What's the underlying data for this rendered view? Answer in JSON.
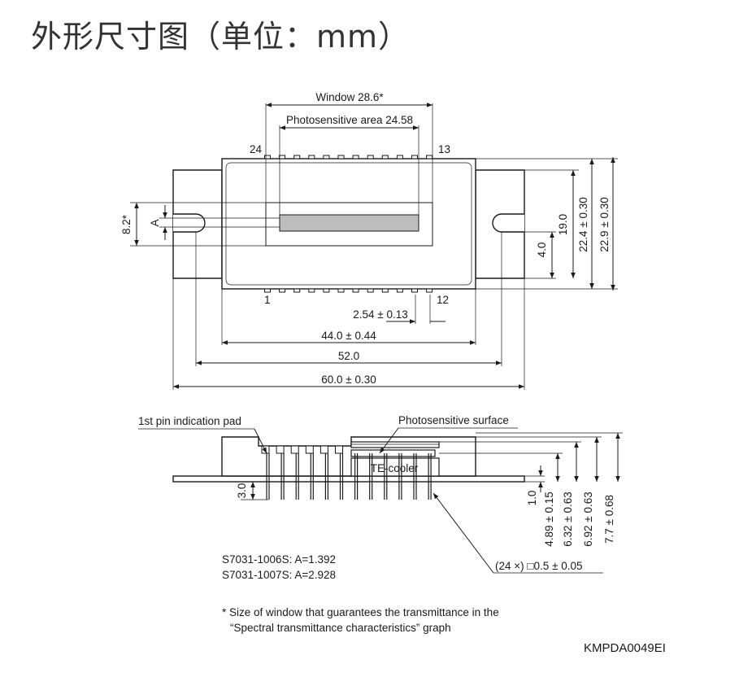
{
  "title": "外形尺寸图（单位：mm）",
  "top_view": {
    "window_label": "Window 28.6*",
    "photosensitive_area_label": "Photosensitive area 24.58",
    "pin_24": "24",
    "pin_13": "13",
    "pin_1": "1",
    "pin_12": "12",
    "dim_pitch": "2.54 ± 0.13",
    "dim_44": "44.0 ± 0.44",
    "dim_52": "52.0",
    "dim_60": "60.0 ± 0.30",
    "dim_8_2": "8.2*",
    "dim_A": "A",
    "dim_4_0": "4.0",
    "dim_19_0": "19.0",
    "dim_22_4": "22.4 ± 0.30",
    "dim_22_9": "22.9 ± 0.30"
  },
  "side_view": {
    "pin_pad_label": "1st pin indication pad",
    "surface_label": "Photosensitive surface",
    "te_cooler_label": "TE-cooler",
    "dim_3_0": "3.0",
    "dim_1_0": "1.0",
    "dim_4_89": "4.89 ± 0.15",
    "dim_6_32": "6.32 ± 0.63",
    "dim_6_92": "6.92 ± 0.63",
    "dim_7_7": "7.7 ± 0.68",
    "pin_note": "(24 ×) □0.5 ± 0.05"
  },
  "variants": [
    "S7031-1006S: A=1.392",
    "S7031-1007S: A=2.928"
  ],
  "footnote": {
    "line1": "* Size of window that guarantees the transmittance in the",
    "line2": "“Spectral transmittance characteristics” graph"
  },
  "drawing_id": "KMPDA0049EI"
}
